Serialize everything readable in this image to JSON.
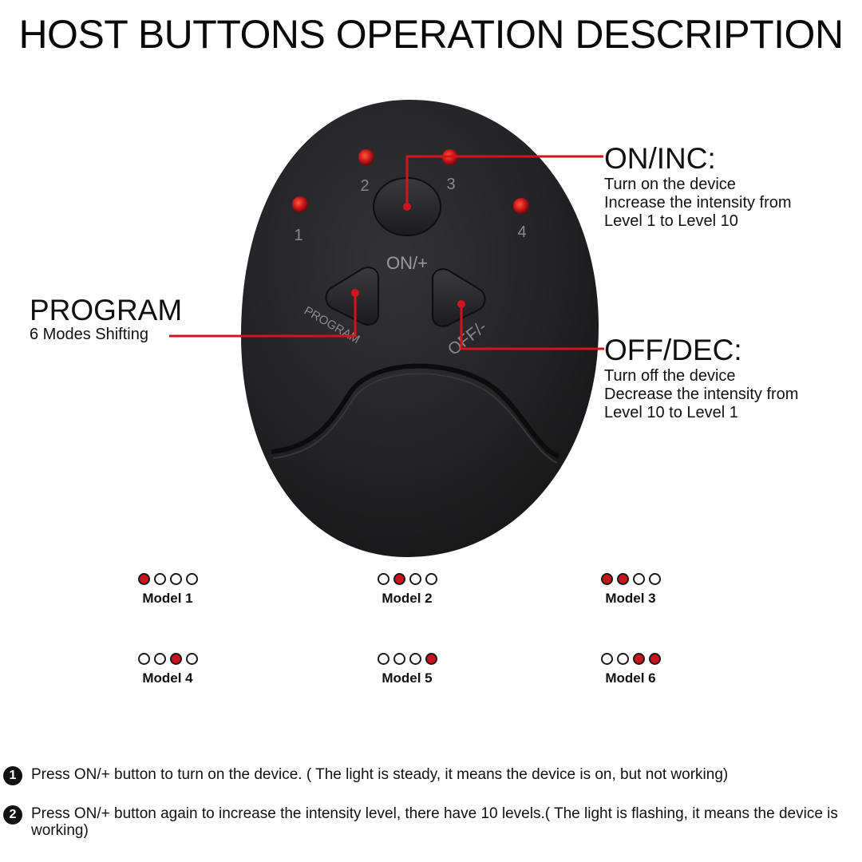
{
  "title": "HOST BUTTONS OPERATION DESCRIPTION",
  "device": {
    "led_numbers": [
      "1",
      "2",
      "3",
      "4"
    ],
    "on_label": "ON/+",
    "program_label": "PROGRAM",
    "off_label": "OFF/-"
  },
  "callouts": {
    "on_inc": {
      "title": "ON/INC:",
      "lines": [
        "Turn on the device",
        "Increase the intensity from",
        "Level 1 to Level 10"
      ]
    },
    "off_dec": {
      "title": "OFF/DEC:",
      "lines": [
        "Turn off the device",
        "Decrease the intensity from",
        "Level 10 to Level 1"
      ]
    },
    "program": {
      "title": "PROGRAM",
      "lines": [
        "6 Modes Shifting"
      ]
    }
  },
  "modes": [
    {
      "label": "Model 1",
      "lights": [
        true,
        false,
        false,
        false
      ]
    },
    {
      "label": "Model 2",
      "lights": [
        false,
        true,
        false,
        false
      ]
    },
    {
      "label": "Model 3",
      "lights": [
        true,
        true,
        false,
        false
      ]
    },
    {
      "label": "Model 4",
      "lights": [
        false,
        false,
        true,
        false
      ]
    },
    {
      "label": "Model 5",
      "lights": [
        false,
        false,
        false,
        true
      ]
    },
    {
      "label": "Model 6",
      "lights": [
        false,
        false,
        true,
        true
      ]
    }
  ],
  "notes": [
    {
      "number": "1",
      "text": "Press ON/+ button to turn on the device. ( The light is steady, it means the device is on, but not working)"
    },
    {
      "number": "2",
      "text": "Press ON/+ button again to increase the intensity level, there have 10 levels.( The light is flashing, it means the device is working)"
    }
  ],
  "colors": {
    "device_body": "#1f1f21",
    "led": "#c8141b",
    "callout_line": "#d0141c",
    "text": "#111111"
  }
}
